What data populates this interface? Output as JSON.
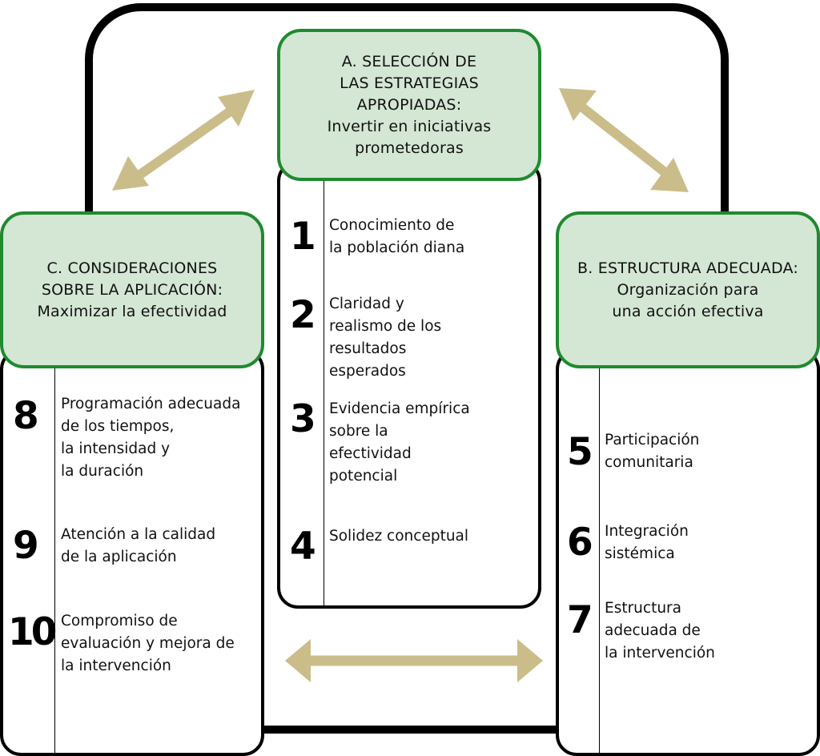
{
  "colors": {
    "header_fill": "#d4e6d4",
    "header_border": "#1f8a2f",
    "arrow": "#cbbd8a",
    "outline": "#000000"
  },
  "boxes": {
    "a": {
      "title_lines": [
        "A. SELECCIÓN DE",
        "LAS ESTRATEGIAS",
        "APROPIADAS:"
      ],
      "subtitle_lines": [
        "Invertir en iniciativas",
        "prometedoras"
      ],
      "items": [
        {
          "number": "1",
          "text": "Conocimiento de\nla población diana"
        },
        {
          "number": "2",
          "text": "Claridad y\nrealismo de los\nresultados\nesperados"
        },
        {
          "number": "3",
          "text": "Evidencia empírica\nsobre la\nefectividad\npotencial"
        },
        {
          "number": "4",
          "text": "Solidez conceptual"
        }
      ]
    },
    "b": {
      "title_lines": [
        "B. ESTRUCTURA ADECUADA:"
      ],
      "subtitle_lines": [
        "Organización para",
        "una acción efectiva"
      ],
      "items": [
        {
          "number": "5",
          "text": "Participación\ncomunitaria"
        },
        {
          "number": "6",
          "text": "Integración\nsistémica"
        },
        {
          "number": "7",
          "text": "Estructura\nadecuada de\nla intervención"
        }
      ]
    },
    "c": {
      "title_lines": [
        "C. CONSIDERACIONES",
        "SOBRE LA APLICACIÓN:"
      ],
      "subtitle_lines": [
        "Maximizar la efectividad"
      ],
      "items": [
        {
          "number": "8",
          "text": "Programación adecuada\nde los tiempos,\nla intensidad y\nla duración"
        },
        {
          "number": "9",
          "text": "Atención a la calidad\nde la aplicación"
        },
        {
          "number": "10",
          "text": "Compromiso de\nevaluación y mejora de\nla intervención"
        }
      ]
    }
  },
  "arrows": [
    {
      "name": "double-arrow-c-a"
    },
    {
      "name": "double-arrow-a-b"
    },
    {
      "name": "double-arrow-c-b"
    }
  ]
}
